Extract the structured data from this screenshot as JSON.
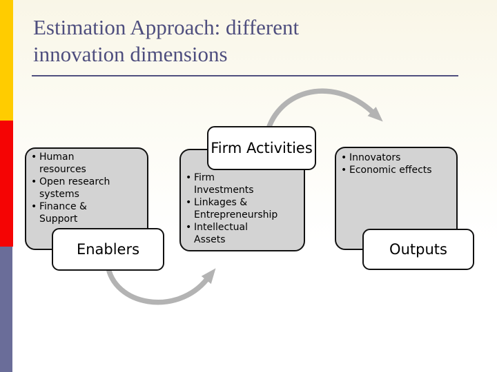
{
  "title": {
    "lines": [
      "Estimation Approach: different",
      "innovation dimensions"
    ]
  },
  "diagram": {
    "stage1": {
      "label": "Enablers",
      "bullets": [
        "Human resources",
        "Open research systems",
        "Finance & Support"
      ]
    },
    "stage2": {
      "label": "Firm Activities",
      "bullets": [
        "Firm Investments",
        "Linkages & Entrepreneurship",
        "Intellectual Assets"
      ]
    },
    "stage3": {
      "label": "Outputs",
      "bullets": [
        "Innovators",
        "Economic effects"
      ]
    }
  },
  "colors": {
    "title_navy": "#4e4e7e",
    "accent_yellow": "#ffcc00",
    "accent_red": "#f50404",
    "accent_slate": "#6a6d99",
    "box_gray_fill": "#d3d3d3",
    "box_border": "#101010",
    "arrow_gray": "#b3b3b3"
  }
}
